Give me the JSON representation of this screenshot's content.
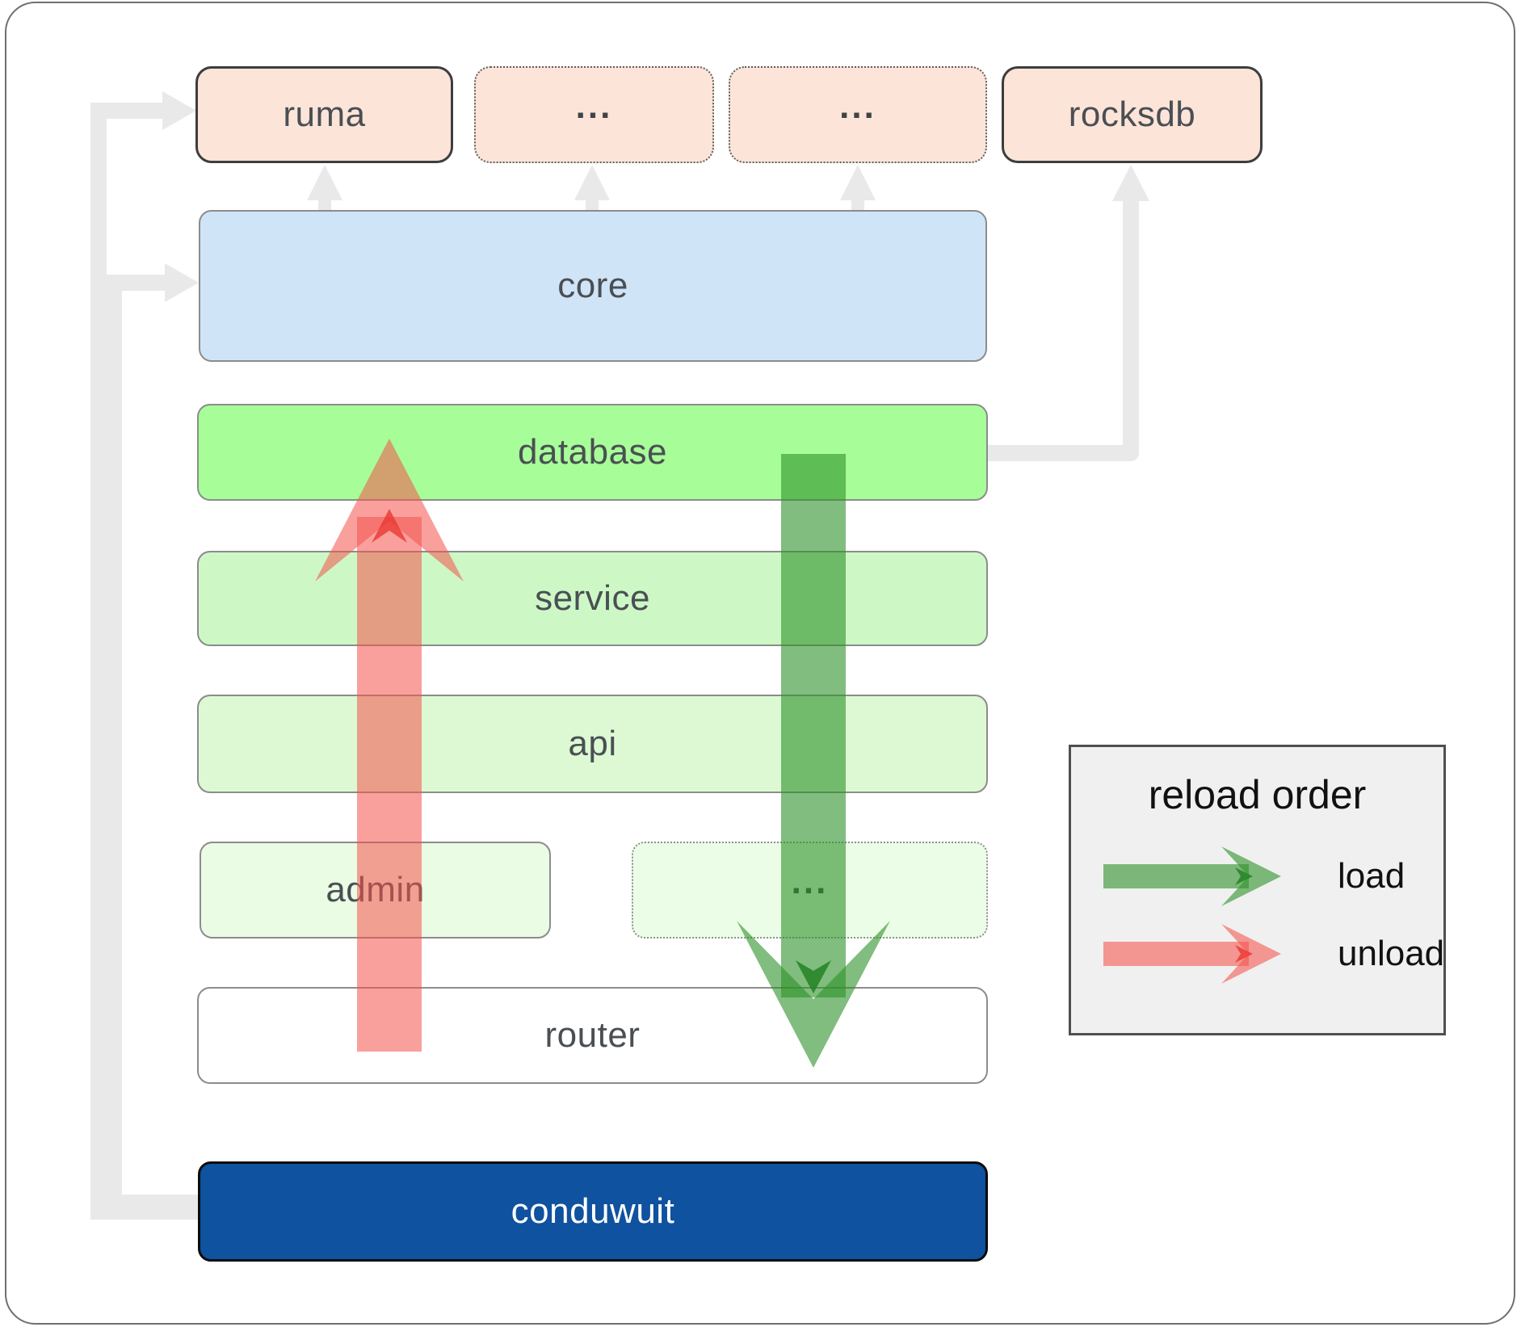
{
  "nodes": {
    "ruma": {
      "label": "ruma"
    },
    "ellipsis_top_1": {
      "label": "..."
    },
    "ellipsis_top_2": {
      "label": "..."
    },
    "rocksdb": {
      "label": "rocksdb"
    },
    "core": {
      "label": "core"
    },
    "database": {
      "label": "database"
    },
    "service": {
      "label": "service"
    },
    "api": {
      "label": "api"
    },
    "admin": {
      "label": "admin"
    },
    "ellipsis_admin": {
      "label": "..."
    },
    "router": {
      "label": "router"
    },
    "conduwuit": {
      "label": "conduwuit"
    }
  },
  "legend": {
    "title": "reload order",
    "items": [
      {
        "label": "load",
        "color": "#2d9128"
      },
      {
        "label": "unload",
        "color": "#f4524c"
      }
    ]
  },
  "colors": {
    "peach_fill": "#fce5d8",
    "core_fill": "#d0e4f7",
    "database_fill": "#a7fe98",
    "service_fill": "#cdf8c6",
    "api_fill": "#ddf9d3",
    "admin_fill": "#eafce4",
    "ellipsis_green_fill": "#ecfde7",
    "router_fill": "#ffffff",
    "conduwuit_fill": "#0f529f",
    "legend_bg": "#f0f0f0",
    "connector_gray": "#e9e9e9",
    "load_green": "#2d9128",
    "unload_red": "#f4524c"
  }
}
